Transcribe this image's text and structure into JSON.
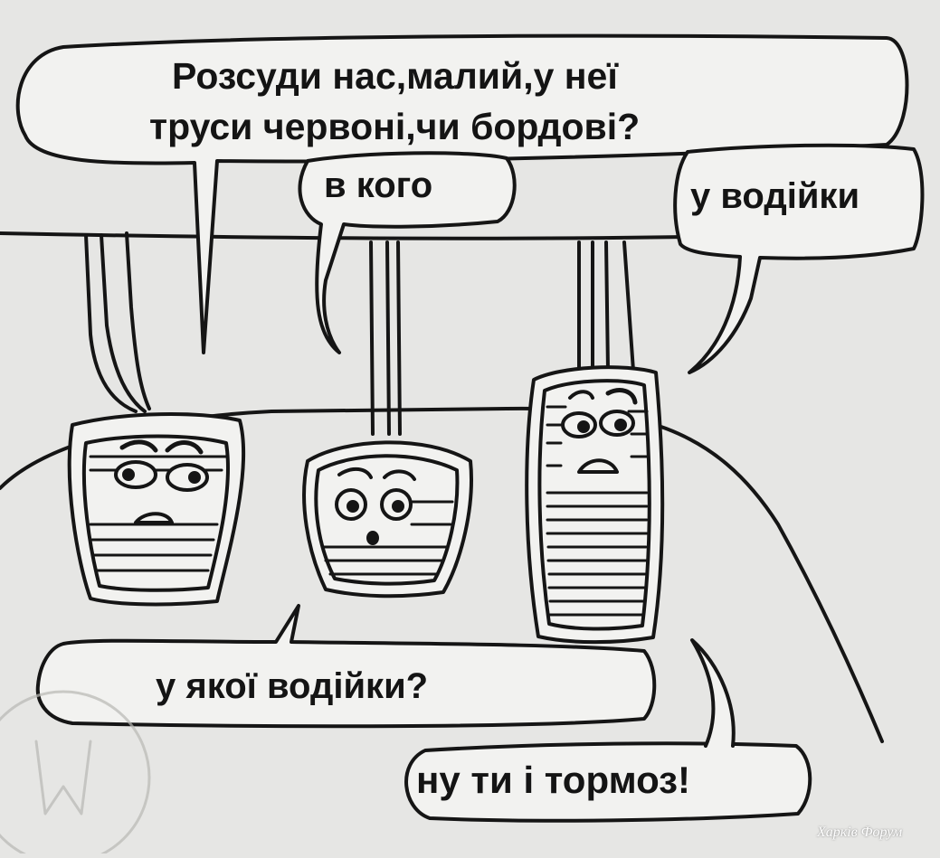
{
  "comic": {
    "colors": {
      "paper": "#e6e6e4",
      "ink": "#151515",
      "bubble_fill": "#f2f2f0"
    },
    "bubbles": {
      "top_line1": "Розсуди нас,малий,у неї",
      "top_line2": "труси червоні,чи бордові?",
      "middle": "в кого",
      "right": "у водійки",
      "bottom_left": "у якої водійки?",
      "bottom_right": "ну ти і тормоз!"
    },
    "characters": [
      "clutch-pedal",
      "brake-pedal",
      "gas-pedal"
    ],
    "watermark": "Харків Форум"
  }
}
